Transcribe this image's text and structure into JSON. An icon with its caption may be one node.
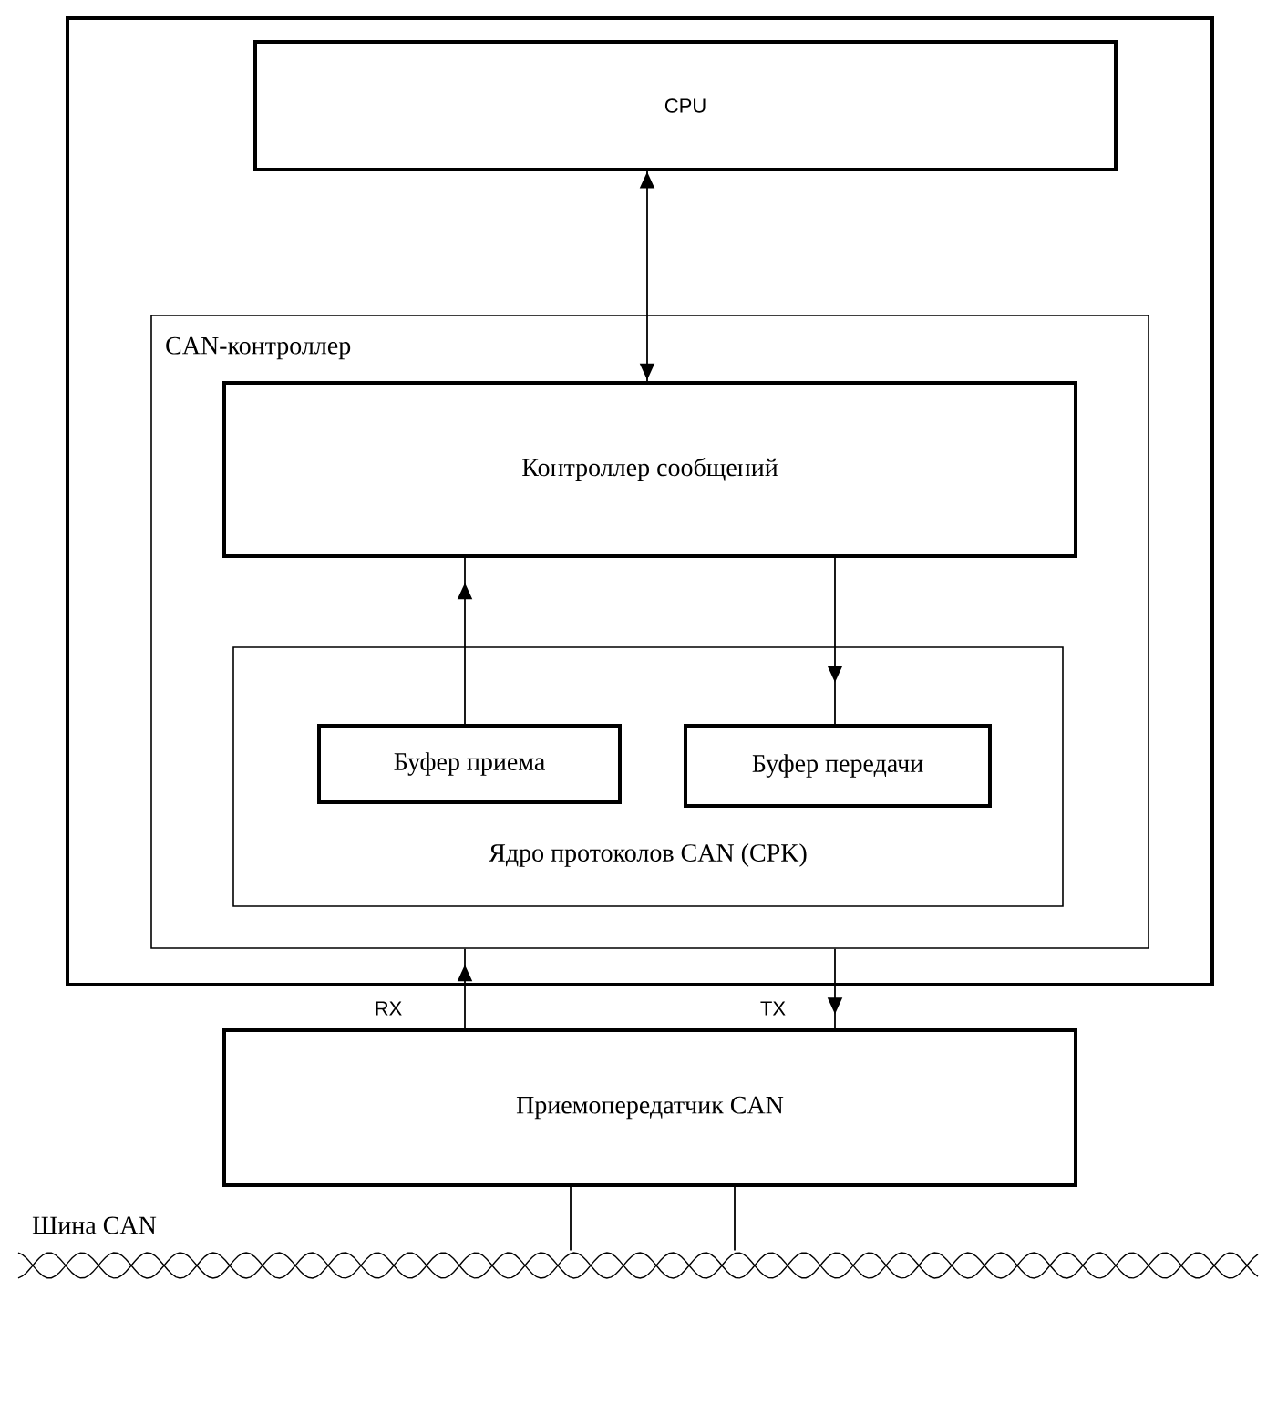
{
  "diagram": {
    "nodes": [
      {
        "text": [],
        "shape": "box"
      },
      {
        "text": [
          "CPU"
        ],
        "in": 0
      },
      {
        "text": [
          "CAN-контроллер"
        ],
        "in": 0
      },
      {
        "text": [
          "Контроллер сообщений"
        ],
        "in": 2
      },
      {
        "text": [
          "Ядро протоколов CAN (CPK)"
        ],
        "in": 2
      },
      {
        "text": [
          "Буфер приема"
        ],
        "in": 4
      },
      {
        "text": [
          "Буфер передачи"
        ],
        "in": 4
      },
      {
        "text": [
          "Приемопередатчик CAN"
        ]
      },
      {
        "text": [
          "Шина CAN"
        ]
      }
    ],
    "edges": [
      {
        "from": 1,
        "to": 3,
        "arrow": "both"
      },
      {
        "from": 5,
        "to": 3,
        "arrow": "to"
      },
      {
        "from": 3,
        "to": 6,
        "arrow": "to"
      },
      {
        "from": 7,
        "to": 2,
        "arrow": "to",
        "label": "RX"
      },
      {
        "from": 2,
        "to": 7,
        "arrow": "to",
        "label": "TX"
      },
      {
        "from": 7,
        "to": 8,
        "arrow": "none"
      },
      {
        "from": 7,
        "to": 8,
        "arrow": "none"
      }
    ]
  }
}
